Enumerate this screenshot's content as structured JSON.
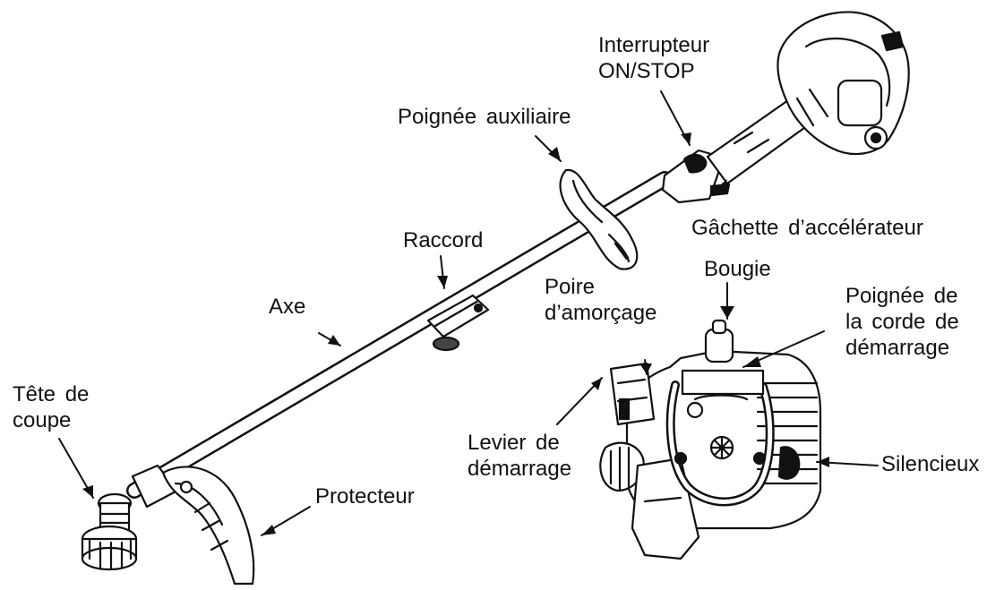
{
  "diagram": {
    "labels": {
      "interrupteur": "Interrupteur\nON/STOP",
      "poignee_auxiliaire": "Poignée auxiliaire",
      "gachette": "Gâchette d’accélérateur",
      "raccord": "Raccord",
      "bougie": "Bougie",
      "poire": "Poire\nd’amorçage",
      "poignee_corde": "Poignée de\nla corde de\ndémarrage",
      "axe": "Axe",
      "tete": "Tête de\ncoupe",
      "levier": "Levier de\ndémarrage",
      "silencieux": "Silencieux",
      "protecteur": "Protecteur"
    },
    "colors": {
      "ink": "#111111",
      "background": "#ffffff",
      "fill": "#ffffff",
      "dark": "#222222"
    },
    "icons": [
      "trimmer-illustration",
      "engine-illustration"
    ]
  }
}
